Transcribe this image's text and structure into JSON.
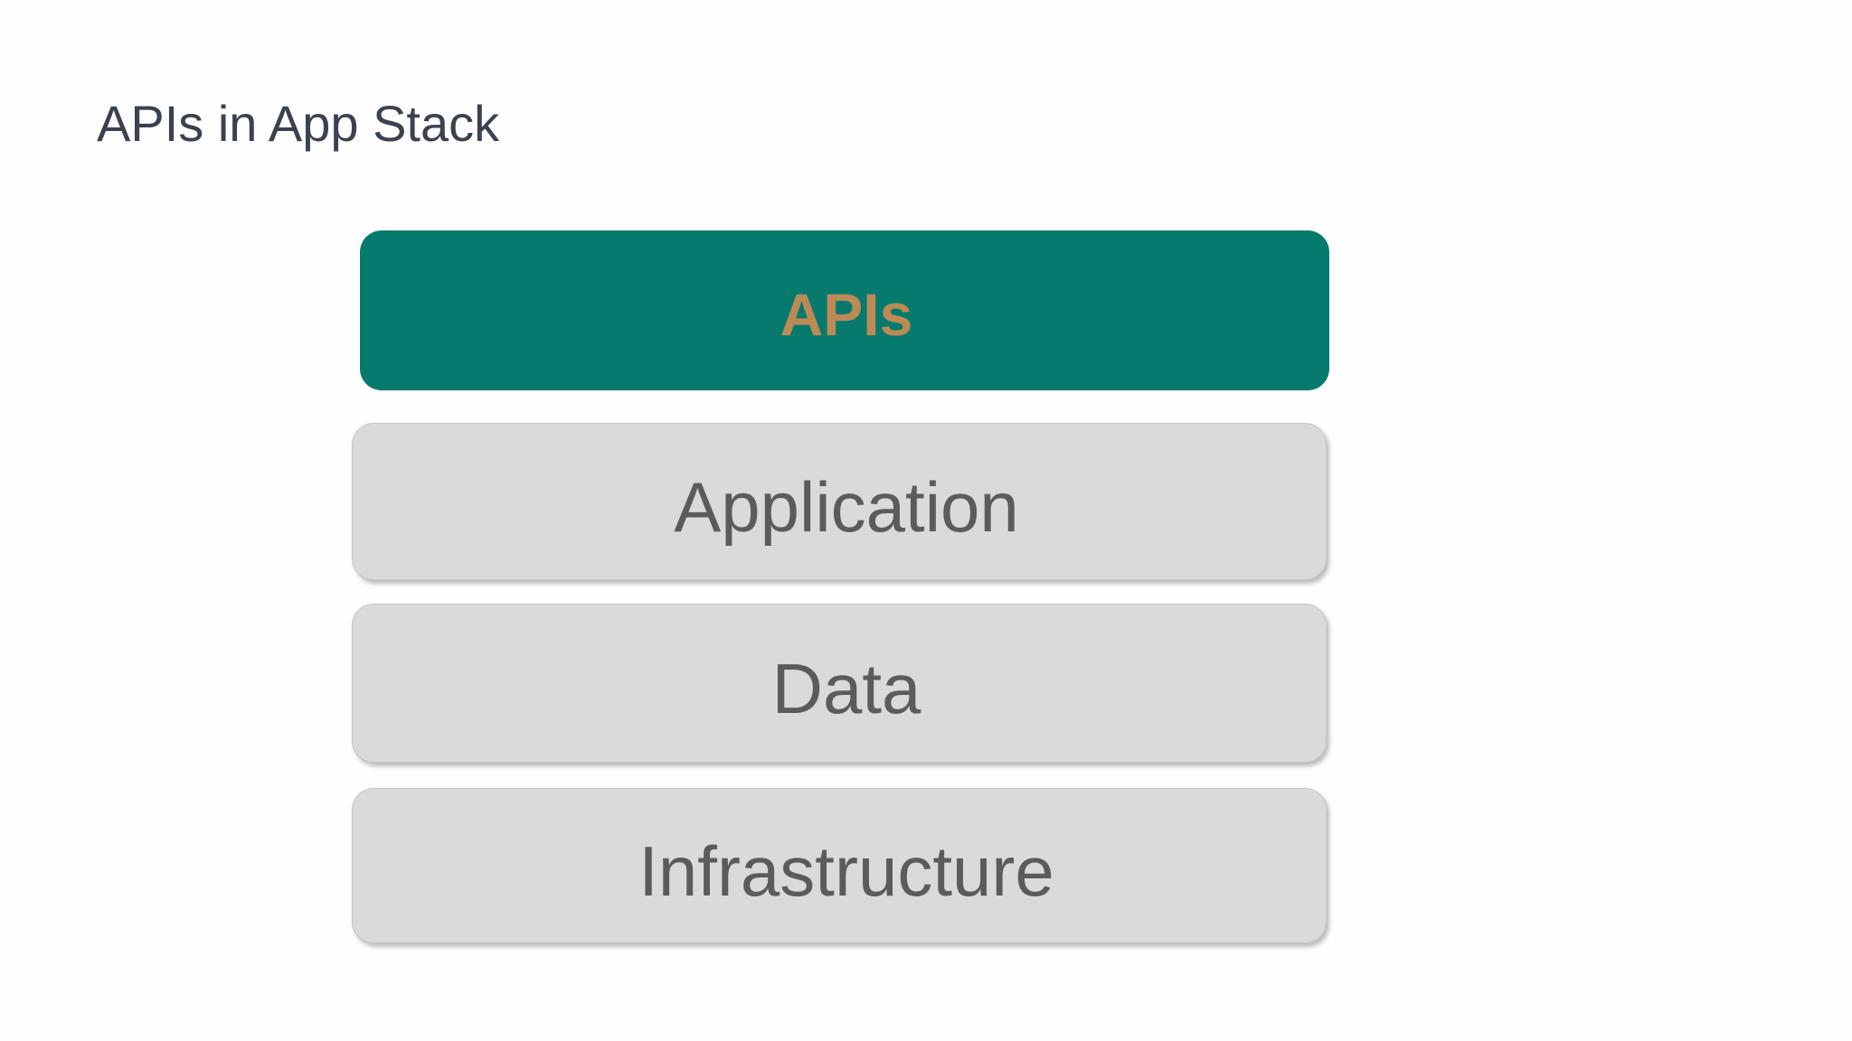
{
  "slide": {
    "title": "APIs in App Stack"
  },
  "stack": {
    "items": [
      {
        "label": "APIs",
        "highlighted": true
      },
      {
        "label": "Application",
        "highlighted": false
      },
      {
        "label": "Data",
        "highlighted": false
      },
      {
        "label": "Infrastructure",
        "highlighted": false
      }
    ]
  },
  "colors": {
    "title_text": "#3A4250",
    "teal": "#077A6E",
    "tan_text": "#BC8A55",
    "gray_fill": "#DBD9DA",
    "gray_border": "#C7C5C6",
    "gray_text": "#5B5B5B"
  }
}
